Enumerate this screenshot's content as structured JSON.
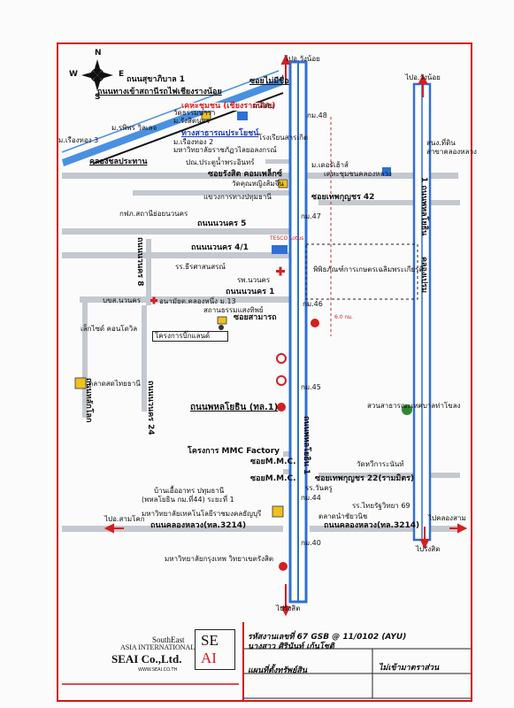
{
  "compass": {
    "n": "N",
    "s": "S",
    "e": "E",
    "w": "W"
  },
  "roads": {
    "sukhaphiban": "ถนนสุขาภิบาล 1",
    "egat_road": "ถนนทางเข้าสถานีรถไฟเชียงรางน้อย",
    "khlong_prathan": "คลองชลประทาน",
    "soi_mai_mi_chue": "ซอยไม่มีชื่อ",
    "soi_rangsit_complex": "ซอยรังสิต คอมเพล็กซ์",
    "soi_thephkunchon_42": "ซอยเทพกุญชร 42",
    "navanakorn_5": "ถนนนวนคร 5",
    "navanakorn_4_1": "ถนนนวนคร 4/1",
    "navanakorn_1": "ถนนนวนคร 1",
    "navanakorn_8": "ถนนนวนคร 8",
    "navanakorn_24": "ถนนนวนคร 24",
    "soi_samakkhi": "ซอยสามารถ",
    "phahonyothin": "ถนนพหลโยธิน (ทล.1)",
    "phahonyothin_vert": "ถนนพหลโยธิน 1",
    "soi_mmc_1": "ซอยM.M.C.",
    "soi_mmc_2": "ซอยM.M.C.",
    "soi_thephkunchon_22": "ซอยเทพกุญชร 22(รามมิตร)",
    "khlong_luang_left": "ถนนคลองหลวง(ทล.3214)",
    "khlong_luang_right": "ถนนคลองหลวง(ทล.3214)",
    "lak_lok": "ถนนหลักโลก",
    "right_vert_1": "1 ถนนพหลโยธิน",
    "right_vert_2": "คลองเปรม"
  },
  "destinations": {
    "top_center": "ไปอ.วังน้อย",
    "top_right": "ไปอ.วังน้อย",
    "bottom_center": "ไปรังสิต",
    "bottom_right": "ไปรังสิต",
    "left_samkhok": "ไปอ.สามโคก",
    "right_khlong_sam": "ไปคลองสาม"
  },
  "landmarks": {
    "community": "เคหะชุมชน (เชียงรากน้อย)",
    "wat_sala_nok": "วัดธรรมนาวา",
    "mu_bankhlong_3": "ม.รังสิตนคร",
    "mu_dikhap": "ม.ดีคับ",
    "mu_ruang_thong_3": "ม.เรืองทอง 3",
    "mu_phiphat": "ม.รพิพร วิลเลจ",
    "public_health": "ทางสาธารณประโยชน์",
    "mu_ruang_thong_2": "ม.เรืองทอง 2",
    "uni_tech": "มหาวิทยาลัยราชภัฏวไลยอลงกรณ์",
    "rongrean": "โรงเรียนสารเกิต",
    "pong_prasit": "ปณ.ประตูน้ำพระอินทร์",
    "mu_golden": "ม.เดอรัเฮ้าส์",
    "kheha_khlong": "เคหะชุมชนคลองหลวง",
    "sano_thidin": "สนง.ที่ดิน",
    "sano_thidin_2": "สาขาคลองหลวง",
    "wat_khun": "วัดคุณหญิงส้มจีน",
    "khwaeng": "แขวงการทางปทุมธานี",
    "kfp_station": "กฟภ.สถานีย่อยนวนคร",
    "tesco": "TESCO Lotus",
    "school_thaisamphan": "รร.ธีรศาสนสรณ์",
    "navanakorn_hosp": "รพ.นวนคร",
    "museum": "พิพิธภัณฑ์การเกษตรเฉลิมพระเกียรติ",
    "bus_terminal": "บขส.นวนคร",
    "anamai": "อนามัยต.คลองหนึ่ง ม.13",
    "sathan_tham": "สถานธรรมแสงทิพย์",
    "project_big_land": "โครงการบิ๊กแลนด์",
    "dist_km": "6.0 กม.",
    "lake_side": "เล็กไซด์ คอนโดวิล",
    "market_thai": "ตลาดสดไทยธานี",
    "rest_area": "สวนสาธารณะเทศบาลท่าโขลง",
    "project_mmc": "โครงการ MMC Factory",
    "wat_chompu": "วัดหวีการะนันท์",
    "ban_uea": "บ้านเอื้ออาทร ปทุมธานี",
    "ban_uea_2": "(พหลโยธิน กม.ที่44) ระยะที่ 1",
    "school_wanda": "รร.วันครู",
    "uni_tech_2": "มหาวิทยาลัยเทคโนโลยีราชมงคลธัญบุรี",
    "school_thaichai": "รร.ไทยรัฐวิทยา 69",
    "market_phithak": "ตลาดนำชัยวนิช",
    "uni_bangkok": "มหาวิทยาลัยกรุงเทพ วิทยาเขตรังสิต",
    "km48": "กม.48",
    "km47": "กม.47",
    "km46": "กม.46",
    "km45": "กม.45",
    "km44": "กม.44",
    "km40": "กม.40"
  },
  "title_block": {
    "company_line1": "SouthEast",
    "company_line2": "ASIA INTERNATIONAL",
    "company_line3": "SEAI Co.,Ltd.",
    "company_url": "WWW.SEAI.CO.TH",
    "seal_top": "SE",
    "seal_bottom": "AI",
    "job_number": "รหัสงานเลขที่ 67 GSB @ 11/0102 (AYU)",
    "owner": "นางสาว ศิรินันท์ เก้นโชติ",
    "map_title": "แผนที่ตั้งทรัพย์สิน",
    "scale": "ไม่เข้ามาตราส่วน"
  },
  "colors": {
    "frame": "#d51414",
    "road": "#c4c8cf",
    "highway": "#2f6fd6",
    "blue_road": "#4a90e2",
    "accent": "#d42020"
  }
}
